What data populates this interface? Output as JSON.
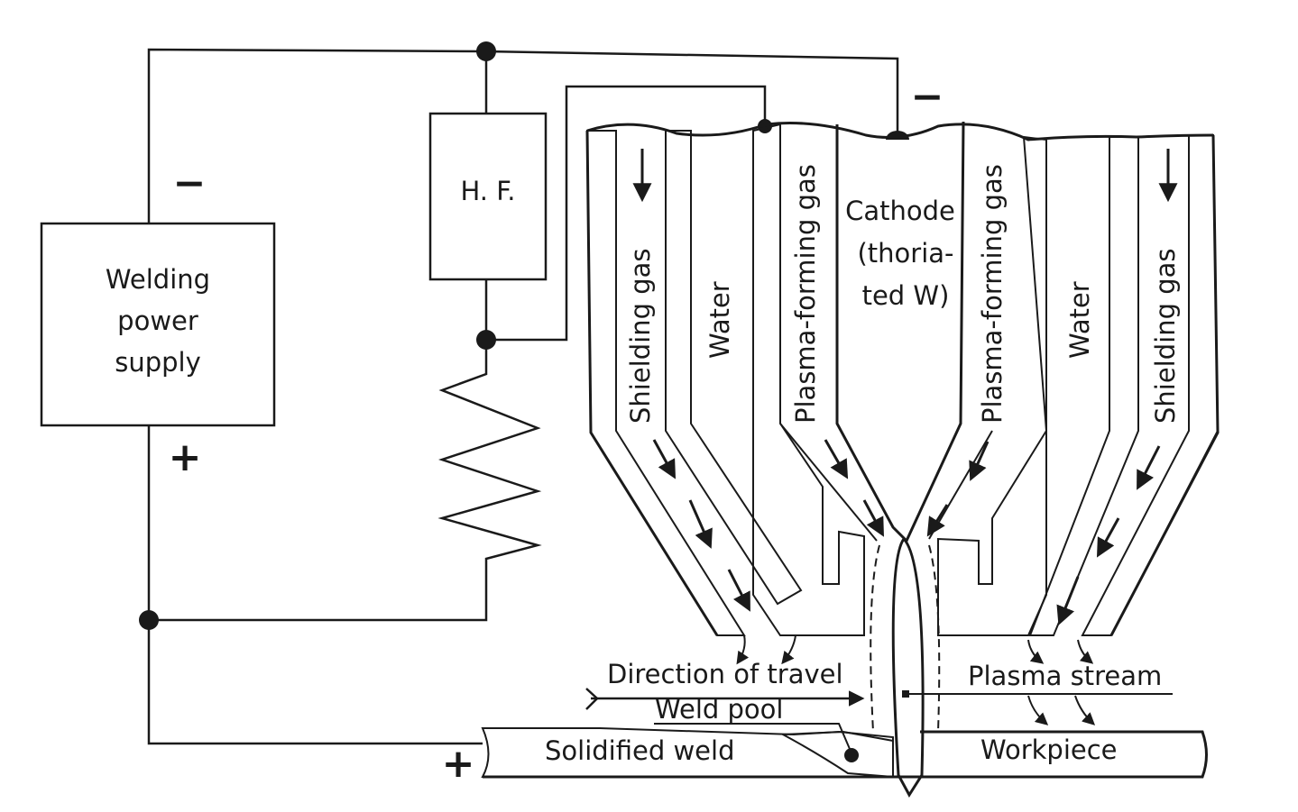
{
  "power_supply": {
    "label_lines": [
      "Welding",
      "power",
      "supply"
    ],
    "minus": "−",
    "plus": "+"
  },
  "hf": {
    "label": "H. F."
  },
  "cathode": {
    "label_lines": [
      "Cathode",
      "(thoria-",
      "ted W)"
    ],
    "minus": "−"
  },
  "channels": {
    "left_shielding": "Shielding gas",
    "left_water": "Water",
    "left_plasma": "Plasma-forming gas",
    "right_plasma": "Plasma-forming gas",
    "right_water": "Water",
    "right_shielding": "Shielding gas"
  },
  "labels": {
    "direction": "Direction of travel",
    "weld_pool": "Weld pool",
    "solidified": "Solidified weld",
    "plasma_stream": "Plasma stream",
    "workpiece": "Workpiece",
    "work_plus": "+"
  }
}
